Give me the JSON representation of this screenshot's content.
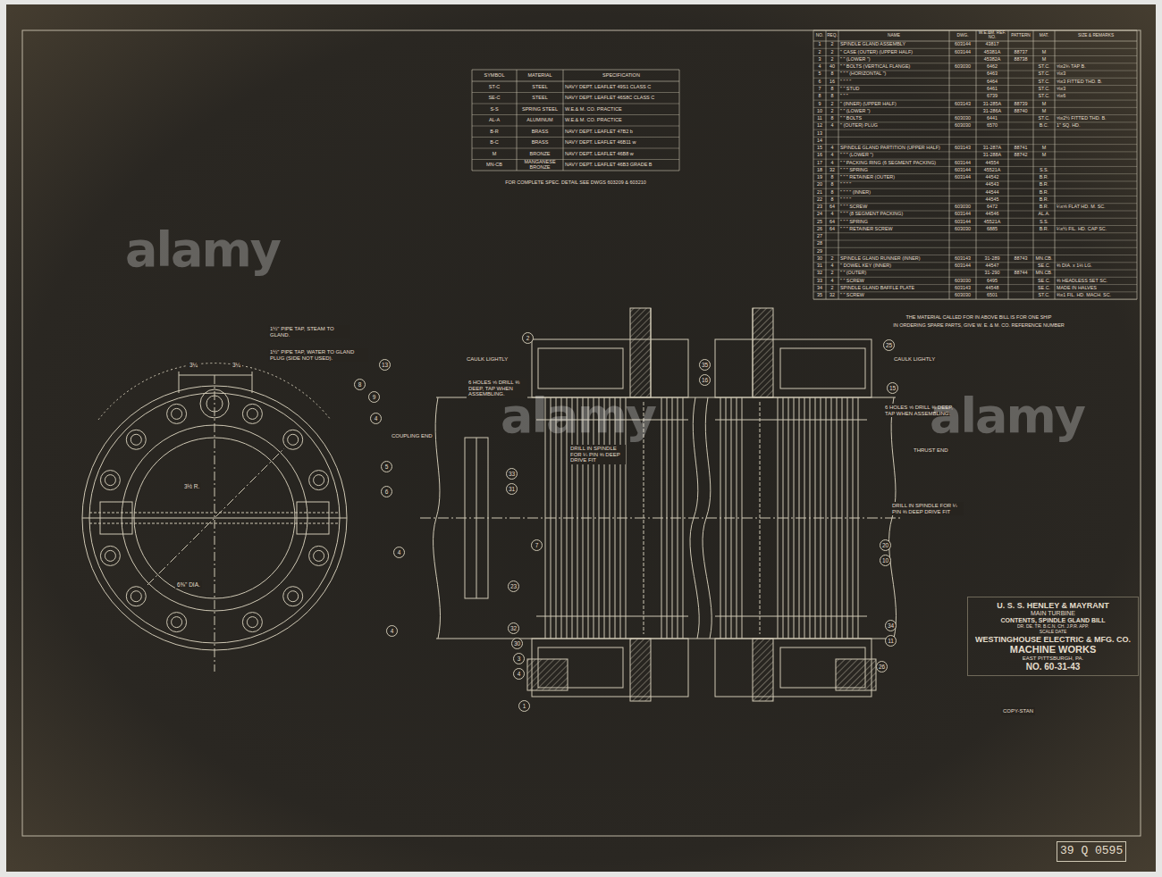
{
  "diagram": {
    "nodes": [
      {
        "text": [
          "U. S. S. HENLEY & MAYRANT",
          "MAIN TURBINE",
          "CONTENTS, SPINDLE GLAND BILL",
          "DR. DE.   TR. B.C.N.   CH. J.P.R.   APP.",
          "SCALE   DATE",
          "WESTINGHOUSE ELECTRIC & MFG. CO.",
          "MACHINE WORKS",
          "EAST PITTSBURGH, PA.",
          "NO. 60-31-43"
        ]
      },
      {
        "text": [
          "39 Q 0595"
        ]
      }
    ],
    "labels": [
      "SYMBOL",
      "MATERIAL",
      "SPECIFICATION",
      "ST-C",
      "STEEL",
      "NAVY DEPT. LEAFLET 49S1 CLASS C",
      "SE-C",
      "STEEL",
      "NAVY DEPT. LEAFLET 46S8C CLASS C",
      "S-S",
      "SPRING STEEL",
      "W.E.& M. CO. PRACTICE",
      "AL-A",
      "ALUMINUM",
      "W.E.& M. CO. PRACTICE",
      "B-R",
      "BRASS",
      "NAVY DEPT. LEAFLET 47B2 b",
      "B-C",
      "BRASS",
      "NAVY DEPT. LEAFLET 46B11 w",
      "M",
      "BRONZE",
      "NAVY DEPT. LEAFLET 46B8 w",
      "MN-CB",
      "MANGANESE BRONZE",
      "NAVY DEPT. LEAFLET 46B3 GRADE B",
      "FOR COMPLETE SPEC. DETAIL SEE DWGS 603209 & 603210",
      "NO.",
      "REQ.",
      "NAME",
      "DWG.",
      "W.E.&M. REF. NO.",
      "PATTERN",
      "MAT.",
      "SIZE & REMARKS",
      "1",
      "2",
      "SPINDLE GLAND ASSEMBLY",
      "603144",
      "43817",
      "2",
      "2",
      "\" CASE (OUTER) (UPPER HALF)",
      "603144",
      "45381A",
      "88737",
      "M",
      "3",
      "2",
      "\" \" (LOWER \")",
      "45382A",
      "88738",
      "M",
      "4",
      "40",
      "\" \" BOLTS (VERTICAL FLANGE)",
      "603030",
      "6462",
      "ST.C.",
      "⅝x2¾ TAP B.",
      "5",
      "8",
      "\" \" \" (HORIZONTAL \")",
      "6463",
      "ST.C.",
      "⅝x3",
      "6",
      "16",
      "\" \" \" \"",
      "6464",
      "ST.C.",
      "⅝x3 FITTED THD. B.",
      "7",
      "8",
      "\" \" STUD",
      "6461",
      "ST.C.",
      "⅝x3",
      "8",
      "8",
      "\" \" \"",
      "6739",
      "ST.C.",
      "⅝x6",
      "9",
      "2",
      "\" (INNER) (UPPER HALF)",
      "603143",
      "31-285A",
      "88739",
      "M",
      "10",
      "2",
      "\" \" (LOWER \")",
      "31-286A",
      "88740",
      "M",
      "11",
      "8",
      "\" \" BOLTS",
      "603030",
      "6441",
      "ST.C.",
      "⅝x2½ FITTED THD. B.",
      "12",
      "4",
      "\" (OUTER) PLUG",
      "603030",
      "6570",
      "B.C.",
      "1\" SQ. HD.",
      "13",
      "14",
      "15",
      "4",
      "SPINDLE GLAND PARTITION (UPPER HALF)",
      "603143",
      "31-287A",
      "88741",
      "M",
      "16",
      "4",
      "\" \" \" (LOWER \")",
      "31-288A",
      "88742",
      "M",
      "17",
      "4",
      "\" \" PACKING RING (6 SEGMENT PACKING)",
      "603144",
      "44554",
      "18",
      "32",
      "\" \" \" SPRING",
      "603144",
      "45521A",
      "S.S.",
      "19",
      "8",
      "\" \" \" RETAINER (OUTER)",
      "603144",
      "44542",
      "B.R.",
      "20",
      "8",
      "\" \" \" \"",
      "44543",
      "B.R.",
      "21",
      "8",
      "\" \" \" \" (INNER)",
      "44544",
      "B.R.",
      "22",
      "8",
      "\" \" \" \"",
      "44545",
      "B.R.",
      "23",
      "64",
      "\" \" \" SCREW",
      "603030",
      "6472",
      "B.R.",
      "¼x⅝ FLAT HD. M. SC.",
      "24",
      "4",
      "\" \" \" (8 SEGMENT PACKING)",
      "603144",
      "44546",
      "AL.A.",
      "25",
      "64",
      "\" \" \" SPRING",
      "603144",
      "45521A",
      "S.S.",
      "26",
      "64",
      "\" \" \" RETAINER SCREW",
      "603030",
      "6885",
      "B.R.",
      "¼x½ FIL. HD. CAP SC.",
      "27",
      "28",
      "29",
      "30",
      "2",
      "SPINDLE GLAND RUNNER (INNER)",
      "603143",
      "31-289",
      "88743",
      "MN.CB.",
      "31",
      "4",
      "\" DOWEL KEY (INNER)",
      "603144",
      "44547",
      "SE.C.",
      "⅜ DIA. x 1⅛ LG.",
      "32",
      "2",
      "\" \" (OUTER)",
      "31-290",
      "88744",
      "MN.CB.",
      "33",
      "4",
      "\" \" SCREW",
      "603030",
      "6495",
      "SE.C.",
      "⅜ HEADLESS SET SC.",
      "34",
      "2",
      "SPINDLE GLAND BAFFLE PLATE",
      "603143",
      "44548",
      "SE.C.",
      "MADE IN HALVES",
      "35",
      "32",
      "\" \" SCREW",
      "603030",
      "6501",
      "ST.C.",
      "⅜x1 FIL. HD. MACH. SC.",
      "THE MATERIAL CALLED FOR IN ABOVE BILL IS FOR ONE SHIP",
      "IN ORDERING SPARE PARTS, GIVE W. E. & M. CO. REFERENCE NUMBER",
      "1½\" PIPE TAP, STEAM TO GLAND.",
      "1½\" PIPE TAP, WATER TO GLAND PLUG (SIDE NOT USED).",
      "13",
      "8",
      "9",
      "4",
      "5",
      "6",
      "4",
      "4",
      "3¼",
      "3¼",
      "3½ R.",
      "6⅝\" DIA.",
      "COUPLING END",
      "2",
      "CAULK LIGHTLY",
      "6 HOLES ⅝ DRILL ⅜ DEEP, TAP WHEN ASSEMBLING.",
      "33",
      "31",
      "DRILL IN SPINDLE FOR ¼ PIN ⅜ DEEP DRIVE FIT",
      "7",
      "23",
      "32",
      "30",
      "3",
      "4",
      "1",
      "25",
      "35",
      "16",
      "CAULK LIGHTLY",
      "15",
      "6 HOLES ⅝ DRILL ⅜ DEEP, TAP WHEN ASSEMBLING.",
      "THRUST END",
      "DRILL IN SPINDLE FOR ¼ PIN ⅜ DEEP DRIVE FIT",
      "20",
      "10",
      "34",
      "11",
      "26",
      "COPY-STAN",
      "alamy",
      "alamy",
      "alamy"
    ]
  }
}
